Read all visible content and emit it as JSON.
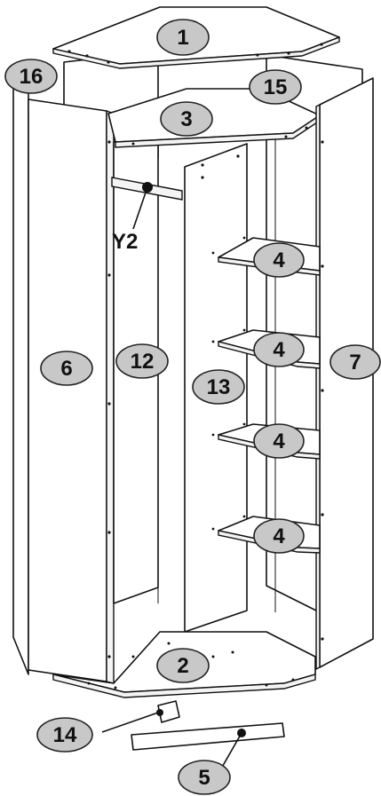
{
  "parts": [
    {
      "id": "top",
      "label": "1"
    },
    {
      "id": "bottom",
      "label": "2"
    },
    {
      "id": "middle-shelf",
      "label": "3"
    },
    {
      "id": "shelf-1",
      "label": "4"
    },
    {
      "id": "shelf-2",
      "label": "4"
    },
    {
      "id": "shelf-3",
      "label": "4"
    },
    {
      "id": "shelf-4",
      "label": "4"
    },
    {
      "id": "plinth",
      "label": "5"
    },
    {
      "id": "left-side",
      "label": "6"
    },
    {
      "id": "right-side",
      "label": "7"
    },
    {
      "id": "inner-left",
      "label": "12"
    },
    {
      "id": "inner-divider",
      "label": "13"
    },
    {
      "id": "connector",
      "label": "14"
    },
    {
      "id": "back-right",
      "label": "15"
    },
    {
      "id": "back-left",
      "label": "16"
    }
  ],
  "fittings": [
    {
      "id": "rail",
      "label": "Y2"
    }
  ]
}
